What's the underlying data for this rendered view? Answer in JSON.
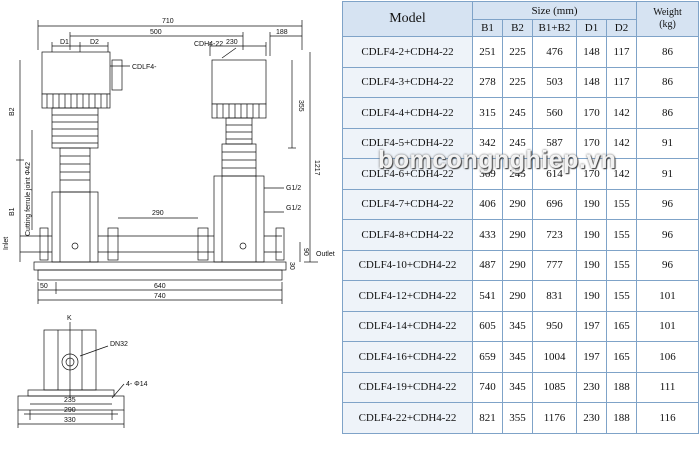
{
  "drawing": {
    "front": {
      "overall_width": "710",
      "spacing": "500",
      "d1": "D1",
      "d2": "D2",
      "motor_left": "CDLF4-",
      "motor_right": "CDH4-22",
      "dim_230": "230",
      "dim_188": "188",
      "dim_355": "355",
      "dim_1217": "1217",
      "b2": "B2",
      "b1": "B1",
      "ferrule": "Cutting ferrule joint Φ42",
      "g1": "G1/2",
      "g2": "G1/2",
      "dim_290": "290",
      "dim_30": "30",
      "dim_90": "90",
      "dim_50": "50",
      "dim_640": "640",
      "dim_740": "740",
      "inlet": "Inlet",
      "outlet": "Outlet"
    },
    "side": {
      "k": "K",
      "dn": "DN32",
      "holes": "4- Φ14",
      "dim_235": "235",
      "dim_290": "290",
      "dim_330": "330"
    }
  },
  "table": {
    "headers": {
      "model": "Model",
      "size": "Size (mm)",
      "weight_line1": "Weight",
      "weight_line2": "(kg)",
      "sub": [
        "B1",
        "B2",
        "B1+B2",
        "D1",
        "D2"
      ]
    },
    "rows": [
      [
        "CDLF4-2+CDH4-22",
        "251",
        "225",
        "476",
        "148",
        "117",
        "86"
      ],
      [
        "CDLF4-3+CDH4-22",
        "278",
        "225",
        "503",
        "148",
        "117",
        "86"
      ],
      [
        "CDLF4-4+CDH4-22",
        "315",
        "245",
        "560",
        "170",
        "142",
        "86"
      ],
      [
        "CDLF4-5+CDH4-22",
        "342",
        "245",
        "587",
        "170",
        "142",
        "91"
      ],
      [
        "CDLF4-6+CDH4-22",
        "369",
        "245",
        "614",
        "170",
        "142",
        "91"
      ],
      [
        "CDLF4-7+CDH4-22",
        "406",
        "290",
        "696",
        "190",
        "155",
        "96"
      ],
      [
        "CDLF4-8+CDH4-22",
        "433",
        "290",
        "723",
        "190",
        "155",
        "96"
      ],
      [
        "CDLF4-10+CDH4-22",
        "487",
        "290",
        "777",
        "190",
        "155",
        "96"
      ],
      [
        "CDLF4-12+CDH4-22",
        "541",
        "290",
        "831",
        "190",
        "155",
        "101"
      ],
      [
        "CDLF4-14+CDH4-22",
        "605",
        "345",
        "950",
        "197",
        "165",
        "101"
      ],
      [
        "CDLF4-16+CDH4-22",
        "659",
        "345",
        "1004",
        "197",
        "165",
        "106"
      ],
      [
        "CDLF4-19+CDH4-22",
        "740",
        "345",
        "1085",
        "230",
        "188",
        "111"
      ],
      [
        "CDLF4-22+CDH4-22",
        "821",
        "355",
        "1176",
        "230",
        "188",
        "116"
      ]
    ]
  },
  "watermark": "bomcongnghiep.vn"
}
